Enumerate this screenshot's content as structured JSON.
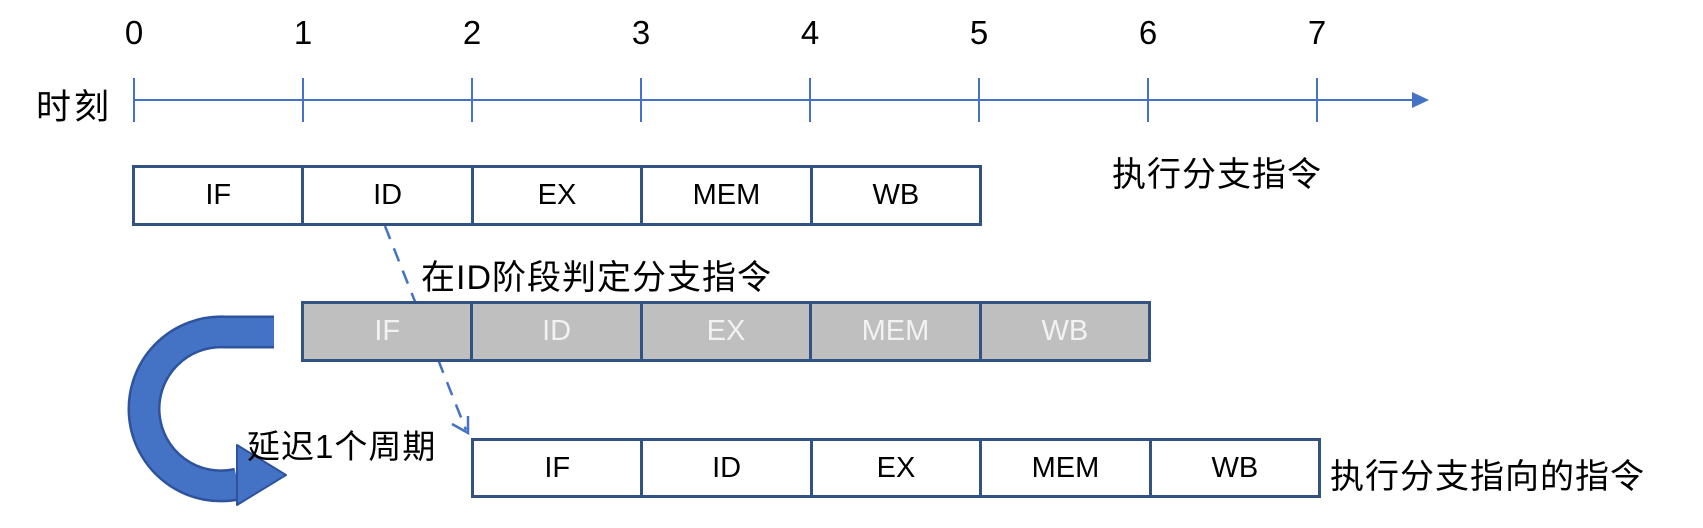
{
  "timeline": {
    "axis_label": "时刻",
    "tick_labels": [
      "0",
      "1",
      "2",
      "3",
      "4",
      "5",
      "6",
      "7"
    ]
  },
  "pipeline_rows": [
    {
      "name": "branch-instruction",
      "stages": [
        "IF",
        "ID",
        "EX",
        "MEM",
        "WB"
      ],
      "start_tick": 0,
      "state": "active"
    },
    {
      "name": "squashed-instruction",
      "stages": [
        "IF",
        "ID",
        "EX",
        "MEM",
        "WB"
      ],
      "start_tick": 1,
      "state": "disabled"
    },
    {
      "name": "branch-target-instruction",
      "stages": [
        "IF",
        "ID",
        "EX",
        "MEM",
        "WB"
      ],
      "start_tick": 2,
      "state": "active"
    }
  ],
  "annotations": {
    "branch_exec_label": "执行分支指令",
    "id_decision_label": "在ID阶段判定分支指令",
    "delay_label": "延迟1个周期",
    "target_exec_label": "执行分支指向的指令"
  },
  "colors": {
    "accent": "#4472C4",
    "border": "#315283",
    "outline": "#2E539E",
    "gray_fill": "#BFBFBF",
    "gray_text": "#F2F2F2",
    "text": "#000000"
  }
}
